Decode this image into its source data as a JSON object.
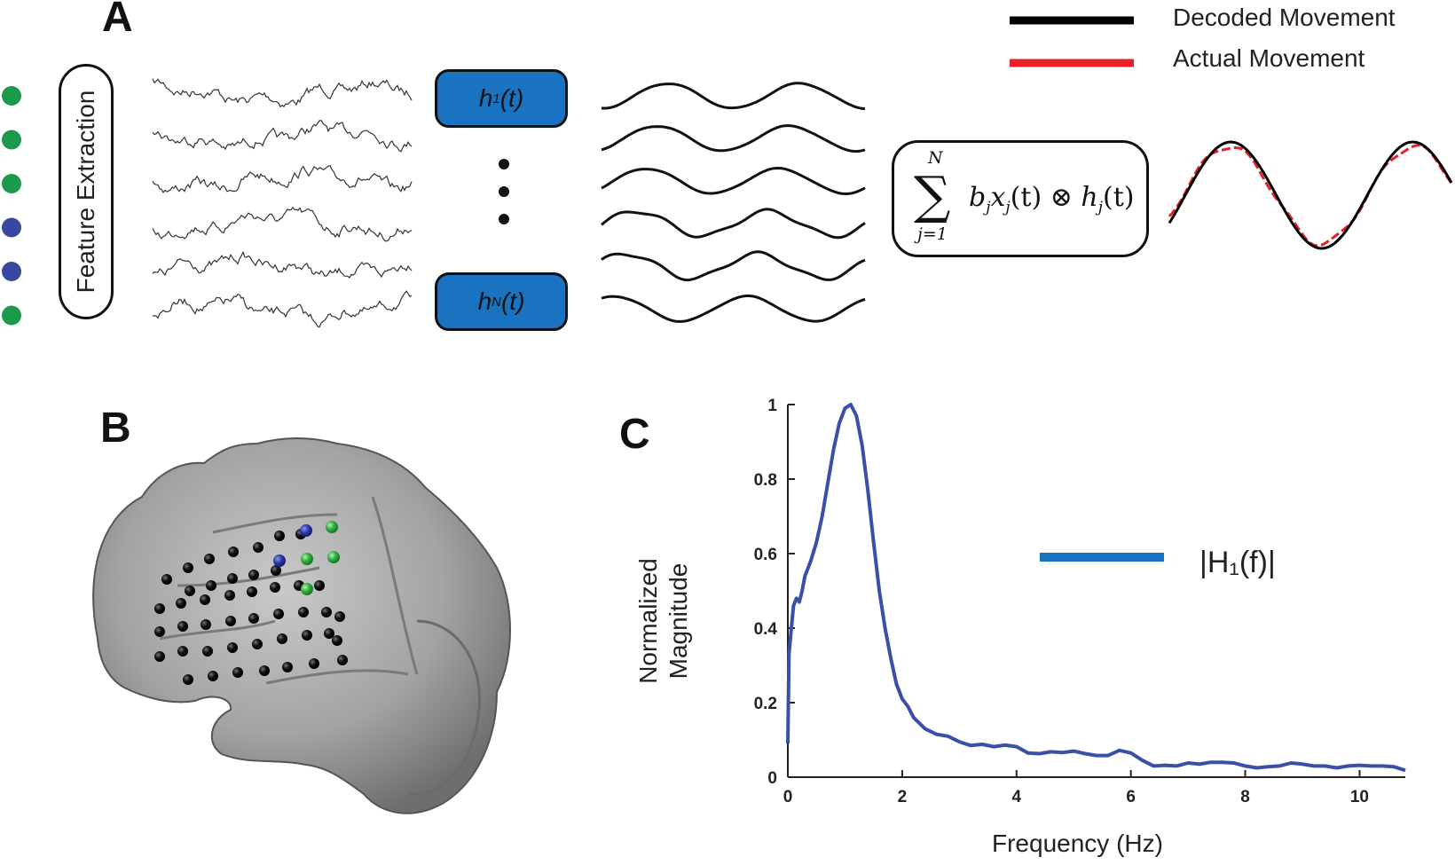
{
  "panels": {
    "a": "A",
    "b": "B",
    "c": "C"
  },
  "legend_a": {
    "decoded": {
      "label": "Decoded Movement",
      "color": "#000000"
    },
    "actual": {
      "label": "Actual Movement",
      "color": "#e8202a"
    }
  },
  "feature_extraction": "Feature Extraction",
  "filters": {
    "first": {
      "name": "h",
      "sub": "1",
      "arg": "(t)"
    },
    "last": {
      "name": "h",
      "sub": "N",
      "arg": "(t)"
    }
  },
  "formula": {
    "upper": "N",
    "lower": "j=1",
    "body_b": "b",
    "body_x": "x",
    "body_h": "h",
    "j": "j",
    "t": "(t)"
  },
  "channel_colors": [
    "#1a9a4a",
    "#1a9a4a",
    "#1a9a4a",
    "#3847a0",
    "#3847a0",
    "#1a9a4a"
  ],
  "colors": {
    "filter_fill": "#1a73c0",
    "curve": "#3a4fa8",
    "legend_c": "#1a73c0"
  },
  "chart_data": {
    "type": "line",
    "xlabel": "Frequency (Hz)",
    "ylabel_lines": [
      "Normalized",
      "Magnitude"
    ],
    "xlim": [
      0,
      10.8
    ],
    "ylim": [
      0,
      1
    ],
    "x_ticks": [
      0,
      2,
      4,
      6,
      8,
      10
    ],
    "y_ticks": [
      0,
      0.2,
      0.4,
      0.6,
      0.8,
      1
    ],
    "y_tick_labels": [
      "0",
      "0.2",
      "0.4",
      "0.6",
      "0.8",
      "1"
    ],
    "series": [
      {
        "name": "|H1(f)|",
        "x": [
          0,
          0.02,
          0.05,
          0.1,
          0.15,
          0.2,
          0.25,
          0.3,
          0.35,
          0.4,
          0.5,
          0.6,
          0.7,
          0.8,
          0.9,
          1.0,
          1.1,
          1.2,
          1.3,
          1.4,
          1.5,
          1.6,
          1.7,
          1.8,
          1.9,
          2.0,
          2.1,
          2.2,
          2.4,
          2.6,
          2.8,
          3.0,
          3.2,
          3.4,
          3.6,
          3.8,
          4.0,
          4.2,
          4.4,
          4.6,
          4.8,
          5.0,
          5.2,
          5.4,
          5.6,
          5.8,
          6.0,
          6.2,
          6.4,
          6.6,
          6.8,
          7.0,
          7.2,
          7.4,
          7.6,
          7.8,
          8.0,
          8.2,
          8.4,
          8.6,
          8.8,
          9.0,
          9.2,
          9.4,
          9.6,
          9.8,
          10.0,
          10.2,
          10.4,
          10.6,
          10.8
        ],
        "y": [
          0.09,
          0.33,
          0.38,
          0.46,
          0.48,
          0.47,
          0.5,
          0.54,
          0.56,
          0.58,
          0.63,
          0.7,
          0.79,
          0.88,
          0.95,
          0.99,
          1.0,
          0.97,
          0.89,
          0.77,
          0.63,
          0.5,
          0.4,
          0.32,
          0.25,
          0.21,
          0.19,
          0.16,
          0.13,
          0.115,
          0.11,
          0.095,
          0.085,
          0.088,
          0.082,
          0.086,
          0.082,
          0.065,
          0.063,
          0.068,
          0.066,
          0.07,
          0.063,
          0.058,
          0.058,
          0.072,
          0.065,
          0.045,
          0.03,
          0.032,
          0.03,
          0.038,
          0.035,
          0.04,
          0.04,
          0.038,
          0.03,
          0.025,
          0.028,
          0.03,
          0.038,
          0.035,
          0.03,
          0.03,
          0.025,
          0.03,
          0.032,
          0.03,
          0.03,
          0.028,
          0.018
        ]
      }
    ],
    "grid": false,
    "legend_position": "right"
  },
  "chart_legend": {
    "label": "|H₁(f)|"
  }
}
